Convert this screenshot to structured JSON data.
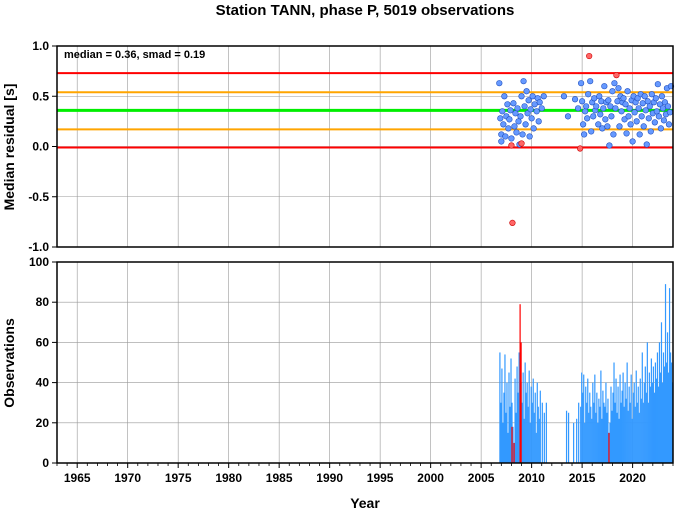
{
  "title": "Station TANN, phase P, 5019 observations",
  "xlabel": "Year",
  "colors": {
    "red_line": "#ff0000",
    "orange_line": "#ffa500",
    "green_line": "#00ee00",
    "point_normal": "#6699ff",
    "point_outlier": "#ff6666",
    "bar_normal": "#3399ff",
    "bar_outlier": "#ff0000",
    "grid": "#999999"
  },
  "chart_data": [
    {
      "type": "scatter",
      "title": "Station TANN, phase P, 5019 observations",
      "ylabel": "Median residual [s]",
      "annotation": "median = 0.36, smad = 0.19",
      "xlim": [
        1963,
        2024
      ],
      "ylim": [
        -1.0,
        1.0
      ],
      "yticks": [
        1.0,
        0.5,
        0.0,
        -0.5,
        -1.0
      ],
      "ytick_labels": [
        "1.0",
        "0.5",
        "0.0",
        "-0.5",
        "-1.0"
      ],
      "grid": true,
      "hlines": [
        {
          "y": 0.73,
          "color": "red"
        },
        {
          "y": 0.54,
          "color": "orange"
        },
        {
          "y": 0.36,
          "color": "green"
        },
        {
          "y": 0.17,
          "color": "orange"
        },
        {
          "y": -0.01,
          "color": "red"
        }
      ],
      "outliers": [
        [
          2008.0,
          0.01
        ],
        [
          2008.1,
          -0.76
        ],
        [
          2014.8,
          -0.02
        ],
        [
          2015.7,
          0.9
        ],
        [
          2018.4,
          0.71
        ],
        [
          2009.0,
          0.03
        ]
      ],
      "points": [
        [
          2006.8,
          0.63
        ],
        [
          2006.9,
          0.28
        ],
        [
          2007.0,
          0.12
        ],
        [
          2007.0,
          0.05
        ],
        [
          2007.1,
          0.35
        ],
        [
          2007.2,
          0.22
        ],
        [
          2007.3,
          0.5
        ],
        [
          2007.4,
          0.1
        ],
        [
          2007.5,
          0.3
        ],
        [
          2007.6,
          0.42
        ],
        [
          2007.7,
          0.18
        ],
        [
          2007.8,
          0.27
        ],
        [
          2007.9,
          0.36
        ],
        [
          2008.0,
          0.08
        ],
        [
          2008.2,
          0.43
        ],
        [
          2008.3,
          0.2
        ],
        [
          2008.4,
          0.33
        ],
        [
          2008.5,
          0.14
        ],
        [
          2008.6,
          0.38
        ],
        [
          2008.7,
          0.25
        ],
        [
          2008.8,
          0.02
        ],
        [
          2008.9,
          0.3
        ],
        [
          2009.0,
          0.5
        ],
        [
          2009.1,
          0.12
        ],
        [
          2009.2,
          0.65
        ],
        [
          2009.3,
          0.4
        ],
        [
          2009.4,
          0.22
        ],
        [
          2009.5,
          0.55
        ],
        [
          2009.6,
          0.33
        ],
        [
          2009.7,
          0.46
        ],
        [
          2009.8,
          0.1
        ],
        [
          2009.9,
          0.37
        ],
        [
          2010.0,
          0.28
        ],
        [
          2010.1,
          0.5
        ],
        [
          2010.2,
          0.18
        ],
        [
          2010.3,
          0.42
        ],
        [
          2010.5,
          0.35
        ],
        [
          2010.6,
          0.48
        ],
        [
          2010.7,
          0.25
        ],
        [
          2010.8,
          0.44
        ],
        [
          2011.0,
          0.38
        ],
        [
          2011.2,
          0.5
        ],
        [
          2013.2,
          0.5
        ],
        [
          2013.6,
          0.3
        ],
        [
          2014.3,
          0.47
        ],
        [
          2014.6,
          0.38
        ],
        [
          2014.9,
          0.63
        ],
        [
          2015.0,
          0.45
        ],
        [
          2015.1,
          0.22
        ],
        [
          2015.2,
          0.12
        ],
        [
          2015.3,
          0.35
        ],
        [
          2015.4,
          0.4
        ],
        [
          2015.5,
          0.28
        ],
        [
          2015.6,
          0.52
        ],
        [
          2015.8,
          0.65
        ],
        [
          2015.9,
          0.15
        ],
        [
          2016.0,
          0.44
        ],
        [
          2016.1,
          0.3
        ],
        [
          2016.2,
          0.48
        ],
        [
          2016.3,
          0.36
        ],
        [
          2016.4,
          0.4
        ],
        [
          2016.6,
          0.22
        ],
        [
          2016.7,
          0.5
        ],
        [
          2016.8,
          0.32
        ],
        [
          2016.9,
          0.45
        ],
        [
          2017.0,
          0.18
        ],
        [
          2017.1,
          0.38
        ],
        [
          2017.2,
          0.6
        ],
        [
          2017.3,
          0.27
        ],
        [
          2017.4,
          0.44
        ],
        [
          2017.5,
          0.2
        ],
        [
          2017.6,
          0.46
        ],
        [
          2017.7,
          0.01
        ],
        [
          2017.8,
          0.4
        ],
        [
          2017.9,
          0.3
        ],
        [
          2018.0,
          0.55
        ],
        [
          2018.1,
          0.12
        ],
        [
          2018.2,
          0.63
        ],
        [
          2018.3,
          0.38
        ],
        [
          2018.5,
          0.45
        ],
        [
          2018.6,
          0.58
        ],
        [
          2018.7,
          0.2
        ],
        [
          2018.8,
          0.5
        ],
        [
          2018.9,
          0.35
        ],
        [
          2019.0,
          0.44
        ],
        [
          2019.1,
          0.48
        ],
        [
          2019.2,
          0.27
        ],
        [
          2019.3,
          0.42
        ],
        [
          2019.4,
          0.13
        ],
        [
          2019.5,
          0.55
        ],
        [
          2019.6,
          0.3
        ],
        [
          2019.7,
          0.38
        ],
        [
          2019.8,
          0.22
        ],
        [
          2019.9,
          0.46
        ],
        [
          2020.0,
          0.05
        ],
        [
          2020.1,
          0.5
        ],
        [
          2020.2,
          0.34
        ],
        [
          2020.3,
          0.44
        ],
        [
          2020.4,
          0.25
        ],
        [
          2020.5,
          0.48
        ],
        [
          2020.6,
          0.38
        ],
        [
          2020.7,
          0.12
        ],
        [
          2020.8,
          0.52
        ],
        [
          2020.9,
          0.3
        ],
        [
          2021.0,
          0.43
        ],
        [
          2021.1,
          0.2
        ],
        [
          2021.2,
          0.5
        ],
        [
          2021.3,
          0.36
        ],
        [
          2021.4,
          0.02
        ],
        [
          2021.5,
          0.45
        ],
        [
          2021.6,
          0.28
        ],
        [
          2021.7,
          0.4
        ],
        [
          2021.8,
          0.15
        ],
        [
          2021.9,
          0.52
        ],
        [
          2022.0,
          0.33
        ],
        [
          2022.1,
          0.44
        ],
        [
          2022.2,
          0.24
        ],
        [
          2022.3,
          0.48
        ],
        [
          2022.4,
          0.35
        ],
        [
          2022.5,
          0.62
        ],
        [
          2022.6,
          0.3
        ],
        [
          2022.7,
          0.42
        ],
        [
          2022.8,
          0.18
        ],
        [
          2022.9,
          0.5
        ],
        [
          2023.0,
          0.38
        ],
        [
          2023.1,
          0.26
        ],
        [
          2023.2,
          0.44
        ],
        [
          2023.3,
          0.32
        ],
        [
          2023.4,
          0.58
        ],
        [
          2023.5,
          0.4
        ],
        [
          2023.6,
          0.22
        ],
        [
          2023.7,
          0.34
        ],
        [
          2023.8,
          0.6
        ]
      ]
    },
    {
      "type": "bar",
      "ylabel": "Observations",
      "xlabel": "Year",
      "xlim": [
        1963,
        2024
      ],
      "ylim": [
        0,
        100
      ],
      "xticks": [
        1965,
        1970,
        1975,
        1980,
        1985,
        1990,
        1995,
        2000,
        2005,
        2010,
        2015,
        2020
      ],
      "xtick_labels": [
        "1965",
        "1970",
        "1975",
        "1980",
        "1985",
        "1990",
        "1995",
        "2000",
        "2005",
        "2010",
        "2015",
        "2020"
      ],
      "yticks": [
        0,
        20,
        40,
        60,
        80,
        100
      ],
      "ytick_labels": [
        "0",
        "20",
        "40",
        "60",
        "80",
        "100"
      ],
      "grid": true,
      "outlier_bars": [
        [
          2008.0,
          18
        ],
        [
          2008.2,
          10
        ],
        [
          2008.8,
          79
        ],
        [
          2008.9,
          60
        ],
        [
          2017.6,
          15
        ]
      ],
      "bars": [
        [
          2006.8,
          55
        ],
        [
          2006.9,
          30
        ],
        [
          2007.0,
          47
        ],
        [
          2007.1,
          20
        ],
        [
          2007.2,
          35
        ],
        [
          2007.3,
          54
        ],
        [
          2007.4,
          25
        ],
        [
          2007.5,
          40
        ],
        [
          2007.6,
          15
        ],
        [
          2007.7,
          45
        ],
        [
          2007.8,
          28
        ],
        [
          2007.9,
          52
        ],
        [
          2008.0,
          30
        ],
        [
          2008.1,
          18
        ],
        [
          2008.3,
          42
        ],
        [
          2008.4,
          25
        ],
        [
          2008.5,
          48
        ],
        [
          2008.6,
          35
        ],
        [
          2008.7,
          55
        ],
        [
          2008.9,
          40
        ],
        [
          2009.0,
          30
        ],
        [
          2009.1,
          45
        ],
        [
          2009.2,
          22
        ],
        [
          2009.3,
          50
        ],
        [
          2009.4,
          35
        ],
        [
          2009.5,
          40
        ],
        [
          2009.6,
          28
        ],
        [
          2009.7,
          46
        ],
        [
          2009.8,
          20
        ],
        [
          2009.9,
          38
        ],
        [
          2010.0,
          30
        ],
        [
          2010.1,
          42
        ],
        [
          2010.2,
          25
        ],
        [
          2010.3,
          35
        ],
        [
          2010.4,
          15
        ],
        [
          2010.5,
          40
        ],
        [
          2010.6,
          28
        ],
        [
          2010.7,
          22
        ],
        [
          2010.8,
          36
        ],
        [
          2011.0,
          30
        ],
        [
          2011.2,
          25
        ],
        [
          2011.4,
          30
        ],
        [
          2013.4,
          26
        ],
        [
          2013.6,
          25
        ],
        [
          2014.1,
          20
        ],
        [
          2014.4,
          22
        ],
        [
          2014.6,
          30
        ],
        [
          2014.8,
          28
        ],
        [
          2014.9,
          45
        ],
        [
          2015.0,
          35
        ],
        [
          2015.1,
          44
        ],
        [
          2015.2,
          20
        ],
        [
          2015.3,
          38
        ],
        [
          2015.4,
          30
        ],
        [
          2015.5,
          42
        ],
        [
          2015.6,
          25
        ],
        [
          2015.7,
          35
        ],
        [
          2015.8,
          28
        ],
        [
          2015.9,
          22
        ],
        [
          2016.0,
          40
        ],
        [
          2016.1,
          30
        ],
        [
          2016.2,
          44
        ],
        [
          2016.3,
          25
        ],
        [
          2016.4,
          35
        ],
        [
          2016.5,
          20
        ],
        [
          2016.6,
          32
        ],
        [
          2016.7,
          28
        ],
        [
          2016.8,
          46
        ],
        [
          2016.9,
          22
        ],
        [
          2017.0,
          36
        ],
        [
          2017.1,
          30
        ],
        [
          2017.2,
          28
        ],
        [
          2017.3,
          40
        ],
        [
          2017.4,
          25
        ],
        [
          2017.5,
          32
        ],
        [
          2017.7,
          20
        ],
        [
          2017.8,
          38
        ],
        [
          2017.9,
          26
        ],
        [
          2018.0,
          35
        ],
        [
          2018.1,
          50
        ],
        [
          2018.2,
          30
        ],
        [
          2018.3,
          42
        ],
        [
          2018.4,
          25
        ],
        [
          2018.5,
          38
        ],
        [
          2018.6,
          22
        ],
        [
          2018.7,
          44
        ],
        [
          2018.8,
          30
        ],
        [
          2018.9,
          36
        ],
        [
          2019.0,
          45
        ],
        [
          2019.1,
          28
        ],
        [
          2019.2,
          40
        ],
        [
          2019.3,
          32
        ],
        [
          2019.4,
          50
        ],
        [
          2019.5,
          26
        ],
        [
          2019.6,
          38
        ],
        [
          2019.7,
          30
        ],
        [
          2019.8,
          44
        ],
        [
          2019.9,
          22
        ],
        [
          2020.0,
          35
        ],
        [
          2020.1,
          40
        ],
        [
          2020.2,
          28
        ],
        [
          2020.3,
          46
        ],
        [
          2020.4,
          30
        ],
        [
          2020.5,
          38
        ],
        [
          2020.6,
          25
        ],
        [
          2020.7,
          42
        ],
        [
          2020.8,
          32
        ],
        [
          2020.9,
          55
        ],
        [
          2021.0,
          30
        ],
        [
          2021.1,
          40
        ],
        [
          2021.2,
          48
        ],
        [
          2021.3,
          35
        ],
        [
          2021.4,
          60
        ],
        [
          2021.5,
          30
        ],
        [
          2021.6,
          45
        ],
        [
          2021.7,
          38
        ],
        [
          2021.8,
          52
        ],
        [
          2021.9,
          40
        ],
        [
          2022.0,
          48
        ],
        [
          2022.1,
          35
        ],
        [
          2022.2,
          50
        ],
        [
          2022.3,
          42
        ],
        [
          2022.4,
          55
        ],
        [
          2022.5,
          38
        ],
        [
          2022.6,
          60
        ],
        [
          2022.7,
          45
        ],
        [
          2022.8,
          70
        ],
        [
          2022.9,
          40
        ],
        [
          2023.0,
          55
        ],
        [
          2023.1,
          48
        ],
        [
          2023.2,
          89
        ],
        [
          2023.3,
          50
        ],
        [
          2023.4,
          65
        ],
        [
          2023.5,
          45
        ],
        [
          2023.6,
          87
        ],
        [
          2023.7,
          55
        ],
        [
          2023.8,
          50
        ],
        [
          2023.9,
          40
        ]
      ]
    }
  ]
}
